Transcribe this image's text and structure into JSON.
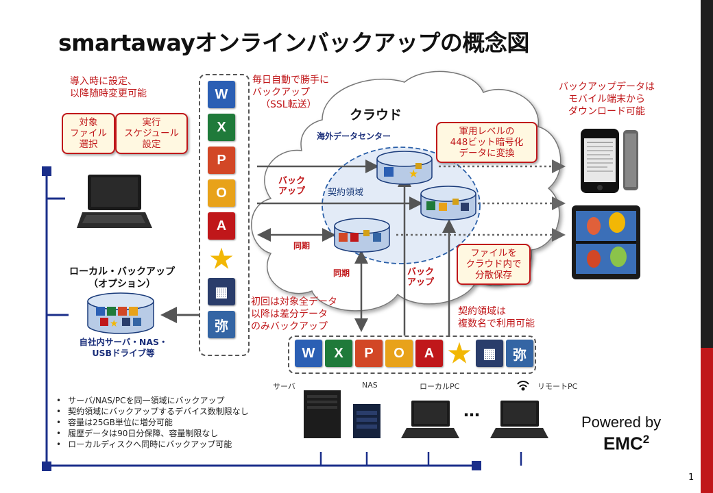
{
  "title": "smartawayオンラインバックアップの概念図",
  "setup_note": [
    "導入時に設定、",
    "以降随時変更可能"
  ],
  "callout_target": [
    "対象",
    "ファイル",
    "選択"
  ],
  "callout_schedule": [
    "実行",
    "スケジュール",
    "設定"
  ],
  "auto_backup_note": [
    "毎日自動で勝手に",
    "バックアップ",
    "（SSL転送）"
  ],
  "cloud_label": "クラウド",
  "datacenter_label": "海外データセンター",
  "contract_area_label": "契約領域",
  "encrypt_callout": [
    "軍用レベルの",
    "448ビット暗号化",
    "データに変換"
  ],
  "mobile_note": [
    "バックアップデータは",
    "モバイル端末から",
    "ダウンロード可能"
  ],
  "backup_label_left": [
    "バック",
    "アップ"
  ],
  "backup_label_bottom": [
    "バック",
    "アップ"
  ],
  "sync_label_left": "同期",
  "sync_label_bottom": "同期",
  "distributed_callout": [
    "ファイルを",
    "クラウド内で",
    "分散保存"
  ],
  "initial_note": [
    "初回は対象全データ",
    "以降は差分データ",
    "のみバックアップ"
  ],
  "multi_user_note": [
    "契約領域は",
    "複数名で利用可能"
  ],
  "local_backup_title": [
    "ローカル・バックアップ",
    "（オプション）"
  ],
  "local_backup_desc": [
    "自社内サーバ・NAS・",
    "USBドライブ等"
  ],
  "devices": {
    "server": "サーバ",
    "nas": "NAS",
    "local_pc": "ローカルPC",
    "remote_pc": "リモートPC",
    "ellipsis": "…"
  },
  "bullets": [
    "サーバ/NAS/PCを同一領域にバックアップ",
    "契約領域にバックアップするデバイス数制限なし",
    "容量は25GB単位に増分可能",
    "履歴データは90日分保障、容量制限なし",
    "ローカルディスクへ同時にバックアップ可能"
  ],
  "powered_by": "Powered by",
  "brand": "EMC",
  "brand_sup": "2",
  "page_number": "1",
  "apps": [
    {
      "icon": "word-icon",
      "glyph": "W",
      "color": "#2b5fb4"
    },
    {
      "icon": "excel-icon",
      "glyph": "X",
      "color": "#1f7a3a"
    },
    {
      "icon": "powerpoint-icon",
      "glyph": "P",
      "color": "#d24726"
    },
    {
      "icon": "outlook-icon",
      "glyph": "O",
      "color": "#e8a21a"
    },
    {
      "icon": "pdf-icon",
      "glyph": "A",
      "color": "#c0171a"
    },
    {
      "icon": "star-icon",
      "glyph": "★",
      "color": "#f2b705"
    },
    {
      "icon": "video-icon",
      "glyph": "▦",
      "color": "#2a3d6b"
    },
    {
      "icon": "accounting-software-icon",
      "glyph": "弥",
      "color": "#3465a4"
    }
  ],
  "colors": {
    "accent_red": "#c0171a",
    "navy": "#1a2e7a",
    "callout_fill": "#fff8e1"
  }
}
